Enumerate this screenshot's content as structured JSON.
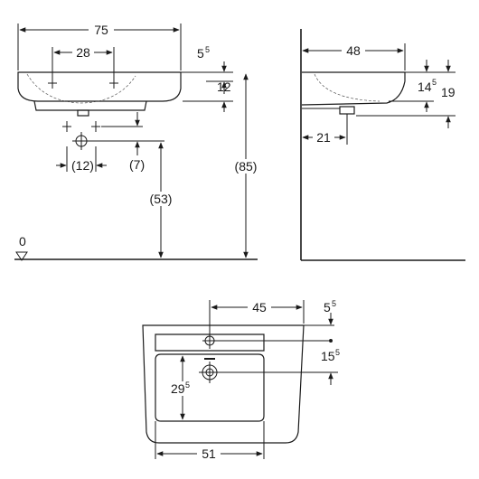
{
  "front_view": {
    "width_total": "75",
    "tap_spacing": "28",
    "rim_thickness": {
      "base": "5",
      "sup": "5"
    },
    "depth_front": "12",
    "waste_offset": "(12)",
    "waste_height_delta": "(7)",
    "waste_height": "(53)",
    "rim_height": "(85)",
    "floor_level": "0"
  },
  "side_view": {
    "depth_total": "48",
    "bowl_depth": {
      "base": "14",
      "sup": "5"
    },
    "outer_depth": "19",
    "waste_from_wall": "21"
  },
  "top_view": {
    "tap_hole_distance": "45",
    "rim_top": {
      "base": "5",
      "sup": "5"
    },
    "waste_from_back": {
      "base": "15",
      "sup": "5"
    },
    "bowl_depth": {
      "base": "29",
      "sup": "5"
    },
    "bowl_width": "51"
  }
}
